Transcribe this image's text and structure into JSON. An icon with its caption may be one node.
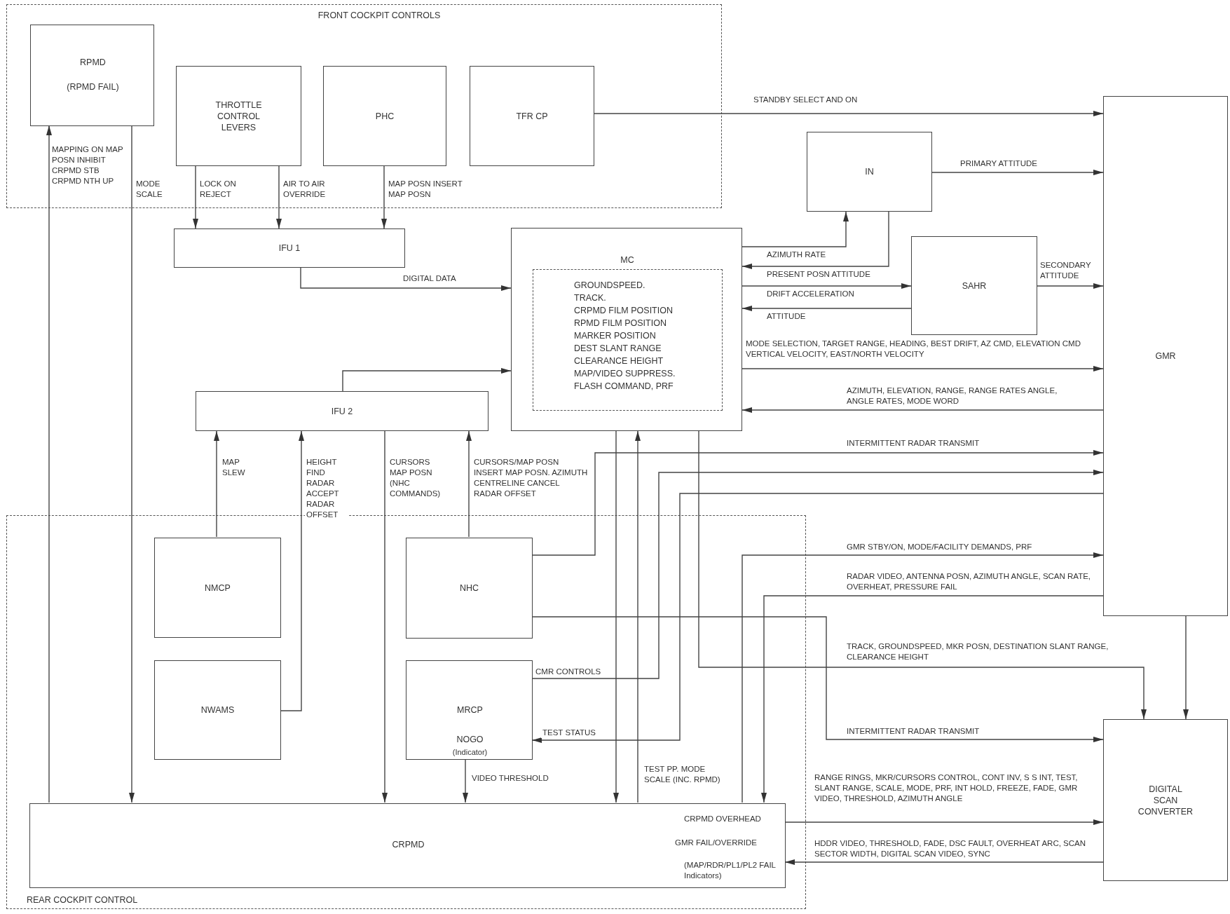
{
  "diagram": {
    "nodes": [
      {
        "text": [
          "FRONT COCKPIT CONTROLS"
        ]
      },
      {
        "text": [
          "RPMD",
          "(RPMD FAIL)"
        ],
        "in": 0
      },
      {
        "text": [
          "THROTTLE CONTROL LEVERS"
        ],
        "in": 0
      },
      {
        "text": [
          "PHC"
        ],
        "in": 0
      },
      {
        "text": [
          "TFR CP"
        ],
        "in": 0
      },
      {
        "text": [
          "IFU 1"
        ]
      },
      {
        "text": [
          "IN"
        ]
      },
      {
        "text": [
          "GMR"
        ]
      },
      {
        "text": [
          "MC"
        ]
      },
      {
        "text": [
          "GROUNDSPEED.",
          "TRACK.",
          "CRPMD FILM POSITION",
          "RPMD FILM POSITION",
          "MARKER POSITION",
          "DEST SLANT RANGE",
          "CLEARANCE HEIGHT",
          "MAP/VIDEO SUPPRESS.",
          "FLASH COMMAND, PRF"
        ],
        "in": 8
      },
      {
        "text": [
          "SAHR"
        ]
      },
      {
        "text": [
          "IFU 2"
        ]
      },
      {
        "text": [
          "REAR COCKPIT CONTROL"
        ]
      },
      {
        "text": [
          "NMCP"
        ],
        "in": 12
      },
      {
        "text": [
          "NHC"
        ],
        "in": 12
      },
      {
        "text": [
          "NWAMS"
        ],
        "in": 12
      },
      {
        "text": [
          "MRCP",
          "NOGO",
          "(Indicator)"
        ],
        "in": 12
      },
      {
        "text": [
          "CRPMD",
          "CRPMD OVERHEAD",
          "GMR FAIL/OVERRIDE",
          "(MAP/RDR/PL1/PL2 FAIL Indicators)"
        ],
        "in": 12
      },
      {
        "text": [
          "DIGITAL SCAN CONVERTER"
        ]
      }
    ],
    "edges": [
      {
        "from": 17,
        "to": 1,
        "arrow": "to",
        "label": "MAPPING ON MAP POSN INHIBIT CRPMD STB CRPMD NTH UP"
      },
      {
        "from": 1,
        "to": 17,
        "arrow": "to",
        "label": "MODE SCALE"
      },
      {
        "from": 2,
        "to": 5,
        "arrow": "to",
        "label": "LOCK ON REJECT"
      },
      {
        "from": 2,
        "to": 5,
        "arrow": "to",
        "label": "AIR TO AIR OVERRIDE"
      },
      {
        "from": 3,
        "to": 5,
        "arrow": "to",
        "label": "MAP POSN INSERT MAP POSN"
      },
      {
        "from": 4,
        "to": 7,
        "arrow": "to",
        "label": "STANDBY SELECT AND ON"
      },
      {
        "from": 6,
        "to": 7,
        "arrow": "to",
        "label": "PRIMARY ATTITUDE"
      },
      {
        "from": 5,
        "to": 8,
        "arrow": "to",
        "label": "DIGITAL DATA"
      },
      {
        "from": 8,
        "to": 6,
        "arrow": "to",
        "label": "AZIMUTH RATE"
      },
      {
        "from": 6,
        "to": 8,
        "arrow": "to",
        "label": "PRESENT POSN ATTITUDE"
      },
      {
        "from": 8,
        "to": 10,
        "arrow": "to",
        "label": "DRIFT ACCELERATION"
      },
      {
        "from": 10,
        "to": 8,
        "arrow": "to",
        "label": "ATTITUDE"
      },
      {
        "from": 10,
        "to": 7,
        "arrow": "to",
        "label": "SECONDARY ATTITUDE"
      },
      {
        "from": 8,
        "to": 7,
        "arrow": "to",
        "label": "MODE SELECTION, TARGET RANGE, HEADING, BEST DRIFT, AZ CMD, ELEVATION CMD VERTICAL VELOCITY, EAST/NORTH VELOCITY"
      },
      {
        "from": 7,
        "to": 8,
        "arrow": "to",
        "label": "AZIMUTH, ELEVATION, RANGE, RANGE RATES ANGLE, ANGLE RATES, MODE WORD"
      },
      {
        "from": 11,
        "to": 8,
        "arrow": "to"
      },
      {
        "from": 13,
        "to": 11,
        "arrow": "to",
        "label": "MAP SLEW"
      },
      {
        "from": 15,
        "to": 11,
        "arrow": "to",
        "label": "HEIGHT FIND RADAR ACCEPT RADAR OFFSET"
      },
      {
        "from": 11,
        "to": 17,
        "arrow": "to",
        "label": "CURSORS MAP POSN (NHC COMMANDS)"
      },
      {
        "from": 14,
        "to": 11,
        "arrow": "to",
        "label": "CURSORS/MAP POSN INSERT MAP POSN. AZIMUTH CENTRELINE CANCEL RADAR OFFSET"
      },
      {
        "from": 14,
        "to": 7,
        "arrow": "to",
        "label": "INTERMITTENT RADAR TRANSMIT"
      },
      {
        "from": 16,
        "to": 7,
        "arrow": "to",
        "label": "CMR CONTROLS"
      },
      {
        "from": 7,
        "to": 16,
        "arrow": "to",
        "label": "TEST STATUS"
      },
      {
        "from": 8,
        "to": 17,
        "arrow": "to"
      },
      {
        "from": 17,
        "to": 8,
        "arrow": "to",
        "label": "TEST PP. MODE SCALE (INC. RPMD)"
      },
      {
        "from": 16,
        "to": 17,
        "arrow": "to",
        "label": "VIDEO THRESHOLD"
      },
      {
        "from": 8,
        "to": 18,
        "arrow": "to",
        "label": "TRACK, GROUNDSPEED, MKR POSN, DESTINATION SLANT RANGE, CLEARANCE HEIGHT"
      },
      {
        "from": 17,
        "to": 7,
        "arrow": "to",
        "label": "GMR STBY/ON, MODE/FACILITY DEMANDS, PRF"
      },
      {
        "from": 7,
        "to": 17,
        "arrow": "to",
        "label": "RADAR VIDEO, ANTENNA POSN, AZIMUTH ANGLE, SCAN RATE, OVERHEAT, PRESSURE FAIL"
      },
      {
        "from": 14,
        "to": 18,
        "arrow": "to",
        "label": "INTERMITTENT RADAR TRANSMIT"
      },
      {
        "from": 7,
        "to": 18,
        "arrow": "to"
      },
      {
        "from": 17,
        "to": 18,
        "arrow": "to",
        "label": "RANGE RINGS, MKR/CURSORS CONTROL, CONT INV, S S INT, TEST, SLANT RANGE, SCALE, MODE, PRF, INT HOLD, FREEZE, FADE, GMR VIDEO, THRESHOLD, AZIMUTH ANGLE"
      },
      {
        "from": 18,
        "to": 17,
        "arrow": "to",
        "label": "HDDR VIDEO, THRESHOLD, FADE, DSC FAULT, OVERHEAT ARC, SCAN SECTOR WIDTH, DIGITAL SCAN VIDEO, SYNC"
      }
    ]
  }
}
